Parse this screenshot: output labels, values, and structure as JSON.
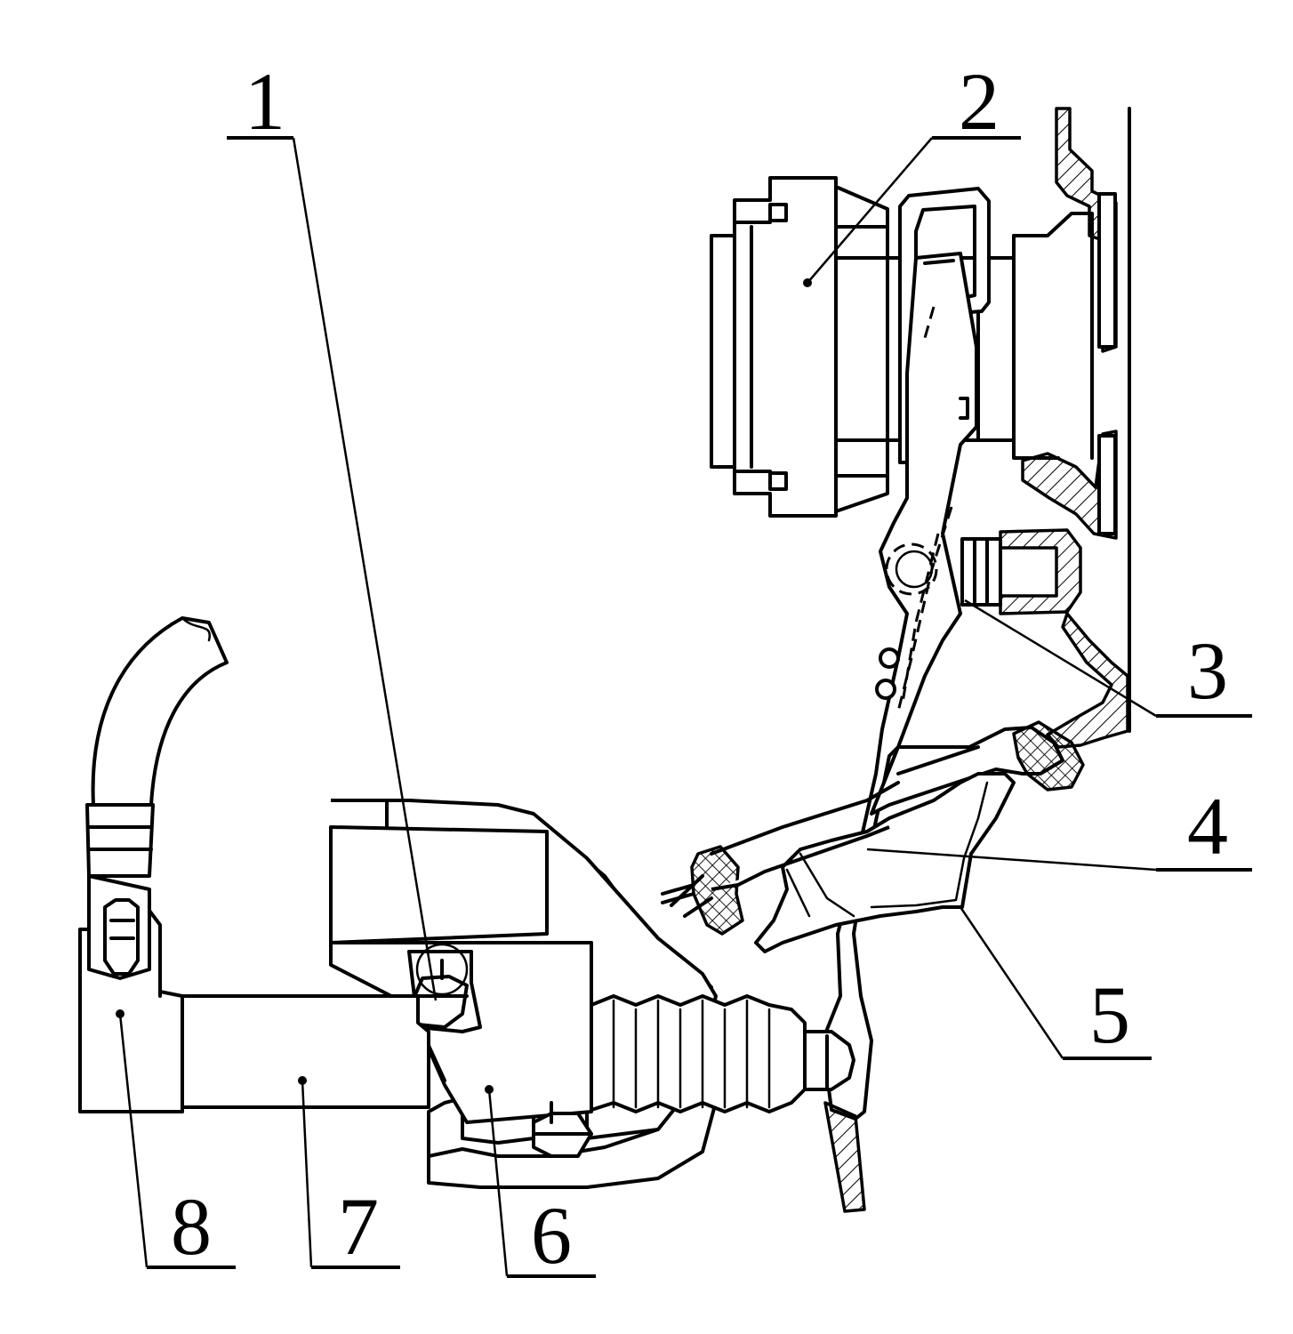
{
  "diagram": {
    "colors": {
      "ink": "#000000",
      "paper": "#ffffff"
    },
    "callouts": [
      {
        "id": "1",
        "label": "1"
      },
      {
        "id": "2",
        "label": "2"
      },
      {
        "id": "3",
        "label": "3"
      },
      {
        "id": "4",
        "label": "4"
      },
      {
        "id": "5",
        "label": "5"
      },
      {
        "id": "6",
        "label": "6"
      },
      {
        "id": "7",
        "label": "7"
      },
      {
        "id": "8",
        "label": "8"
      }
    ]
  }
}
